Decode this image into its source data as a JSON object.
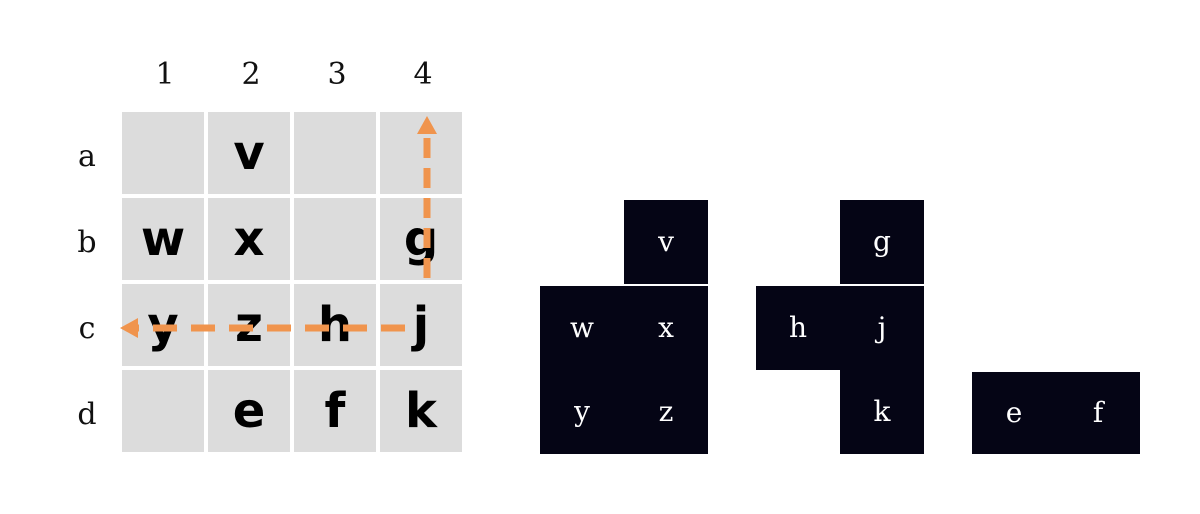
{
  "grid": {
    "col_labels": [
      "1",
      "2",
      "3",
      "4"
    ],
    "row_labels": [
      "a",
      "b",
      "c",
      "d"
    ],
    "cells": [
      [
        "",
        "v",
        "",
        ""
      ],
      [
        "w",
        "x",
        "",
        "g"
      ],
      [
        "y",
        "z",
        "h",
        "j"
      ],
      [
        "",
        "e",
        "f",
        "k"
      ]
    ]
  },
  "arrow_color": "#F0944D",
  "pieces": [
    {
      "name": "piece-vwxyz",
      "cells": [
        "",
        "v",
        "w",
        "x",
        "y",
        "z"
      ]
    },
    {
      "name": "piece-hgjk",
      "cells": [
        "g",
        "h",
        "j",
        "k"
      ]
    },
    {
      "name": "piece-ef",
      "cells": [
        "e",
        "f"
      ]
    }
  ]
}
